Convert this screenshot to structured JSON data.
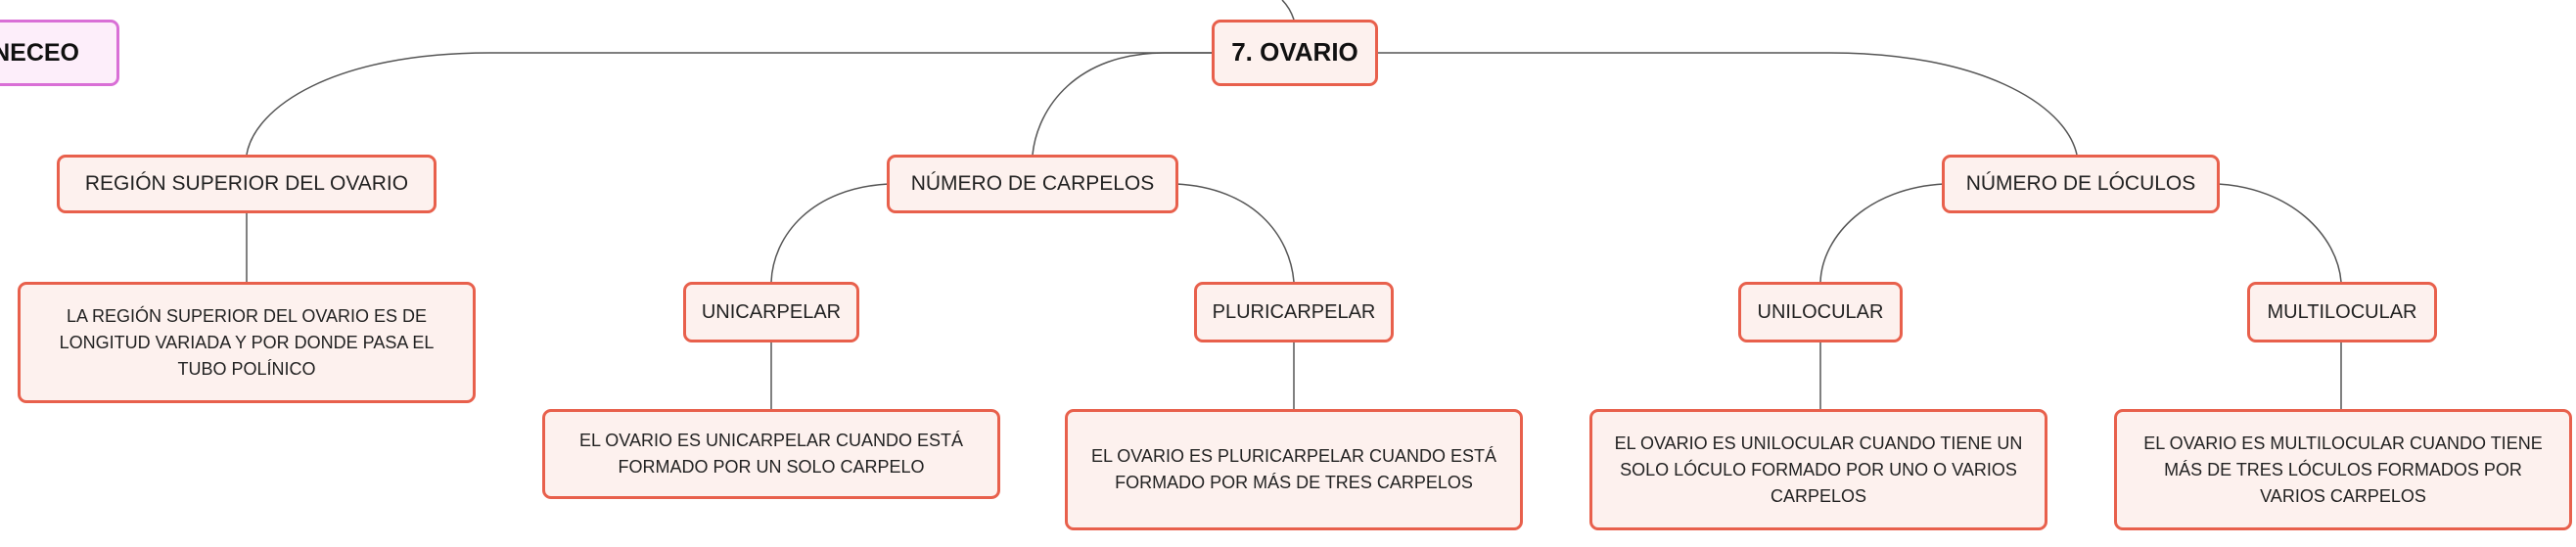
{
  "mindmap": {
    "sibling_topic": {
      "label": "NECEO"
    },
    "central_topic": {
      "label": "7. OVARIO"
    },
    "branches": [
      {
        "label": "REGIÓN SUPERIOR DEL OVARIO",
        "note": "LA REGIÓN SUPERIOR DEL OVARIO ES DE LONGITUD VARIADA Y POR DONDE PASA EL TUBO POLÍNICO"
      },
      {
        "label": "NÚMERO DE CARPELOS",
        "children": [
          {
            "label": "UNICARPELAR",
            "note": "EL OVARIO ES UNICARPELAR CUANDO ESTÁ FORMADO POR UN SOLO CARPELO"
          },
          {
            "label": "PLURICARPELAR",
            "note": "EL OVARIO ES PLURICARPELAR CUANDO ESTÁ FORMADO POR MÁS DE TRES CARPELOS"
          }
        ]
      },
      {
        "label": "NÚMERO DE LÓCULOS",
        "children": [
          {
            "label": "UNILOCULAR",
            "note": "EL OVARIO ES UNILOCULAR CUANDO TIENE UN SOLO LÓCULO FORMADO POR UNO O VARIOS CARPELOS"
          },
          {
            "label": "MULTILOCULAR",
            "note": "EL OVARIO ES MULTILOCULAR CUANDO TIENE MÁS DE TRES LÓCULOS FORMADOS POR VARIOS CARPELOS"
          }
        ]
      }
    ]
  },
  "colors": {
    "node_border": "#e8604c",
    "node_fill": "#fdf1ee",
    "sibling_border": "#d96fd6",
    "sibling_fill": "#fdeefa",
    "connector": "#555555"
  }
}
